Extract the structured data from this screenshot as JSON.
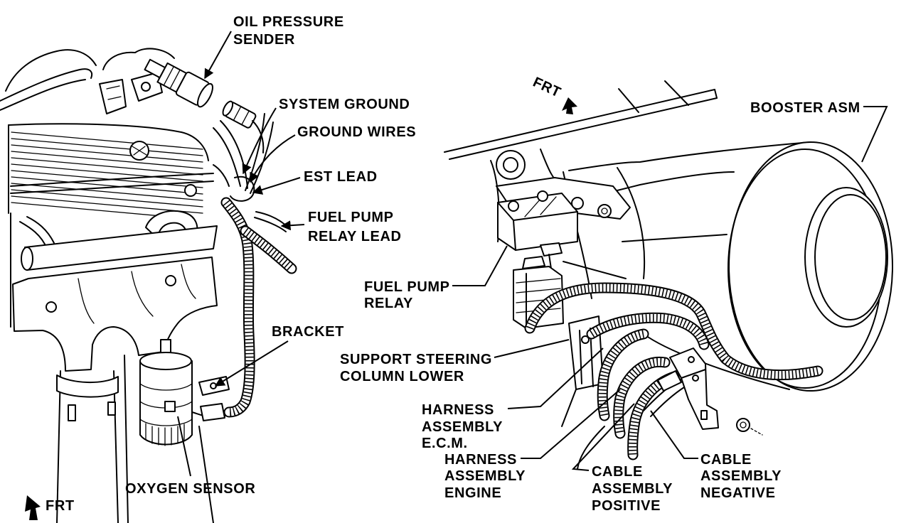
{
  "labels": {
    "oil_pressure_sender": [
      "OIL PRESSURE",
      "SENDER"
    ],
    "system_ground": "SYSTEM GROUND",
    "ground_wires": "GROUND WIRES",
    "est_lead": "EST LEAD",
    "fuel_pump_relay_lead": [
      "FUEL PUMP",
      "RELAY LEAD"
    ],
    "bracket": "BRACKET",
    "oxygen_sensor": "OXYGEN SENSOR",
    "frt_left": "FRT",
    "frt_right": "FRT",
    "booster_asm": "BOOSTER ASM",
    "fuel_pump_relay": [
      "FUEL PUMP",
      "RELAY"
    ],
    "support_steering_column_lower": [
      "SUPPORT STEERING",
      "COLUMN LOWER"
    ],
    "harness_assembly_ecm": [
      "HARNESS",
      "ASSEMBLY",
      "E.C.M."
    ],
    "harness_assembly_engine": [
      "HARNESS",
      "ASSEMBLY",
      "ENGINE"
    ],
    "cable_assembly_positive": [
      "CABLE",
      "ASSEMBLY",
      "POSITIVE"
    ],
    "cable_assembly_negative": [
      "CABLE",
      "ASSEMBLY",
      "NEGATIVE"
    ]
  },
  "icons": {
    "front_direction": "front-arrow-icon"
  },
  "colors": {
    "ink": "#000000",
    "paper": "#ffffff"
  }
}
